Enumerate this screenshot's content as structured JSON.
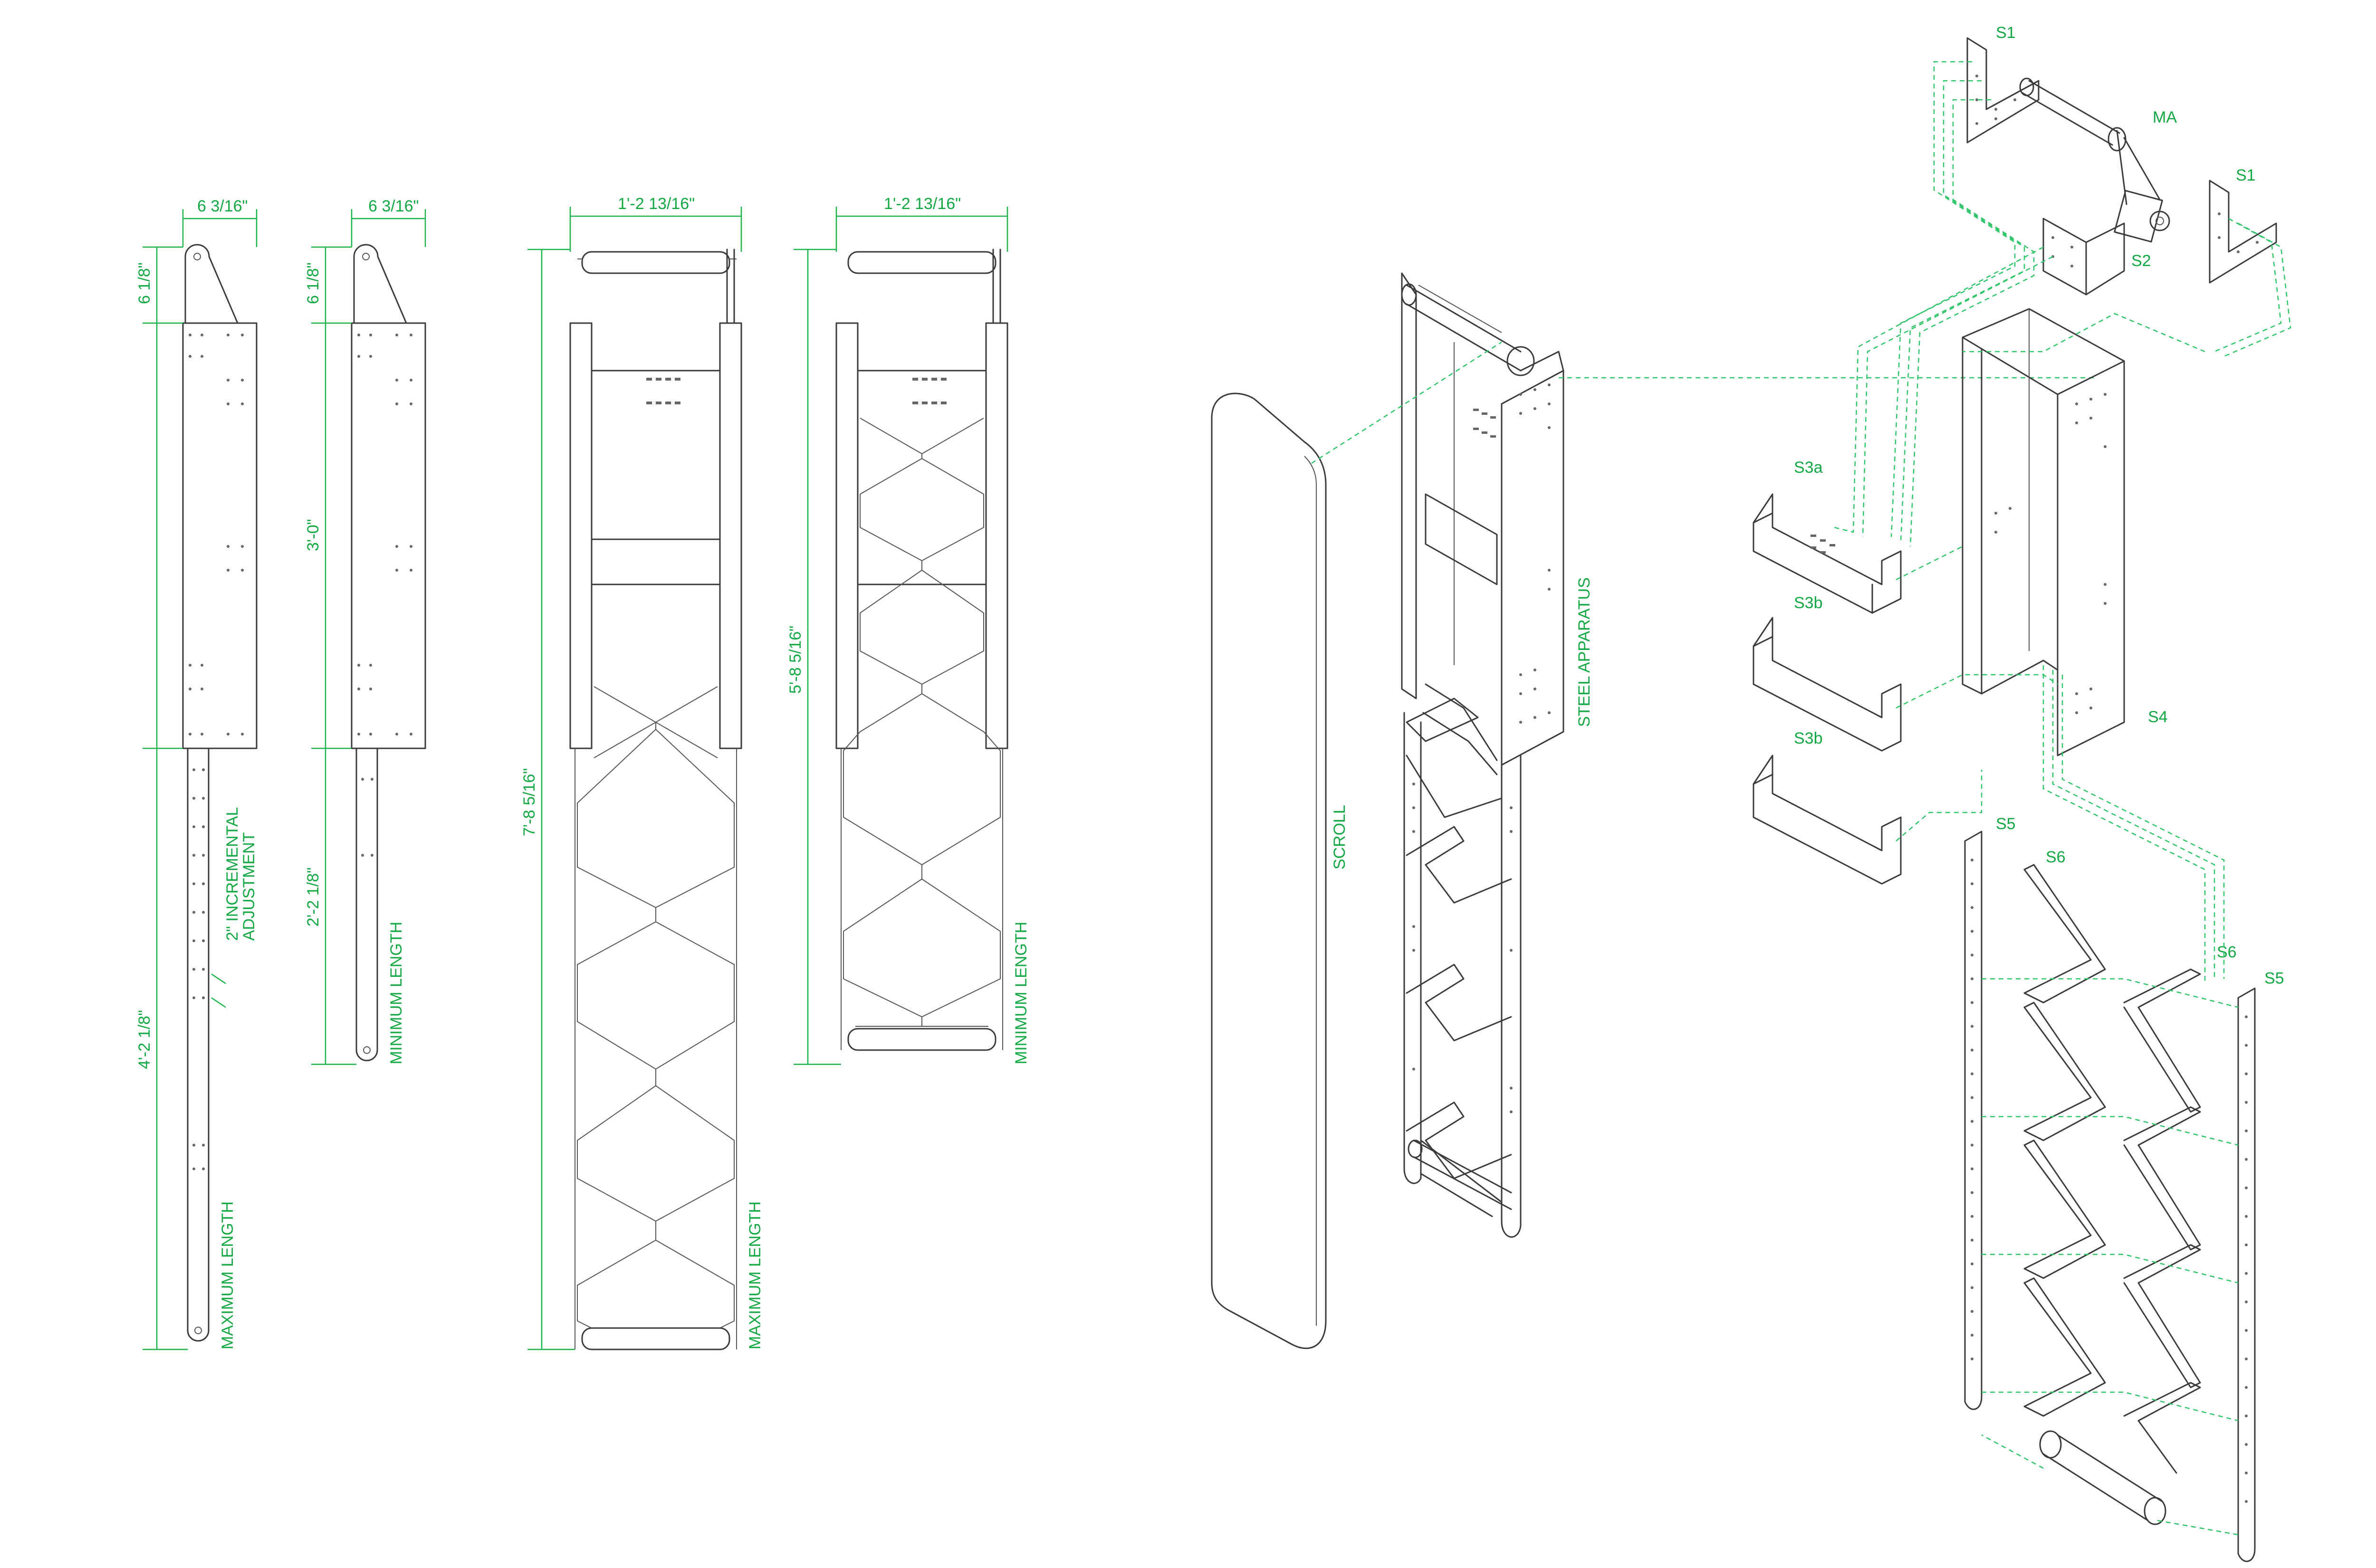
{
  "dimensions": {
    "w1": "6 3/16\"",
    "w2": "6 3/16\"",
    "w3": "1'-2 13/16\"",
    "w4": "1'-2 13/16\"",
    "h_top_a": "6 1/8\"",
    "h_top_b": "6 1/8\"",
    "h_mid": "3'-0\"",
    "h_lower_max": "4'-2 1/8\"",
    "h_lower_min": "2'-2 1/8\"",
    "h_full_max": "7'-8 5/16\"",
    "h_full_min": "5'-8 5/16\""
  },
  "notes": {
    "incremental": [
      "2\" INCREMENTAL",
      "ADJUSTMENT"
    ],
    "max_length_a": "MAXIMUM LENGTH",
    "min_length_a": "MINIMUM LENGTH",
    "max_length_b": "MAXIMUM LENGTH",
    "min_length_b": "MINIMUM LENGTH"
  },
  "assembly": {
    "scroll": "SCROLL",
    "steel_apparatus": "STEEL APPARATUS"
  },
  "parts": {
    "s1a": "S1",
    "ma": "MA",
    "s1b": "S1",
    "s2": "S2",
    "s3a": "S3a",
    "s3b_1": "S3b",
    "s3b_2": "S3b",
    "s4": "S4",
    "s5a": "S5",
    "s6a": "S6",
    "s6b": "S6",
    "s5b": "S5"
  },
  "colors": {
    "annotation": "#13a844",
    "linework": "#3a3a3a"
  }
}
